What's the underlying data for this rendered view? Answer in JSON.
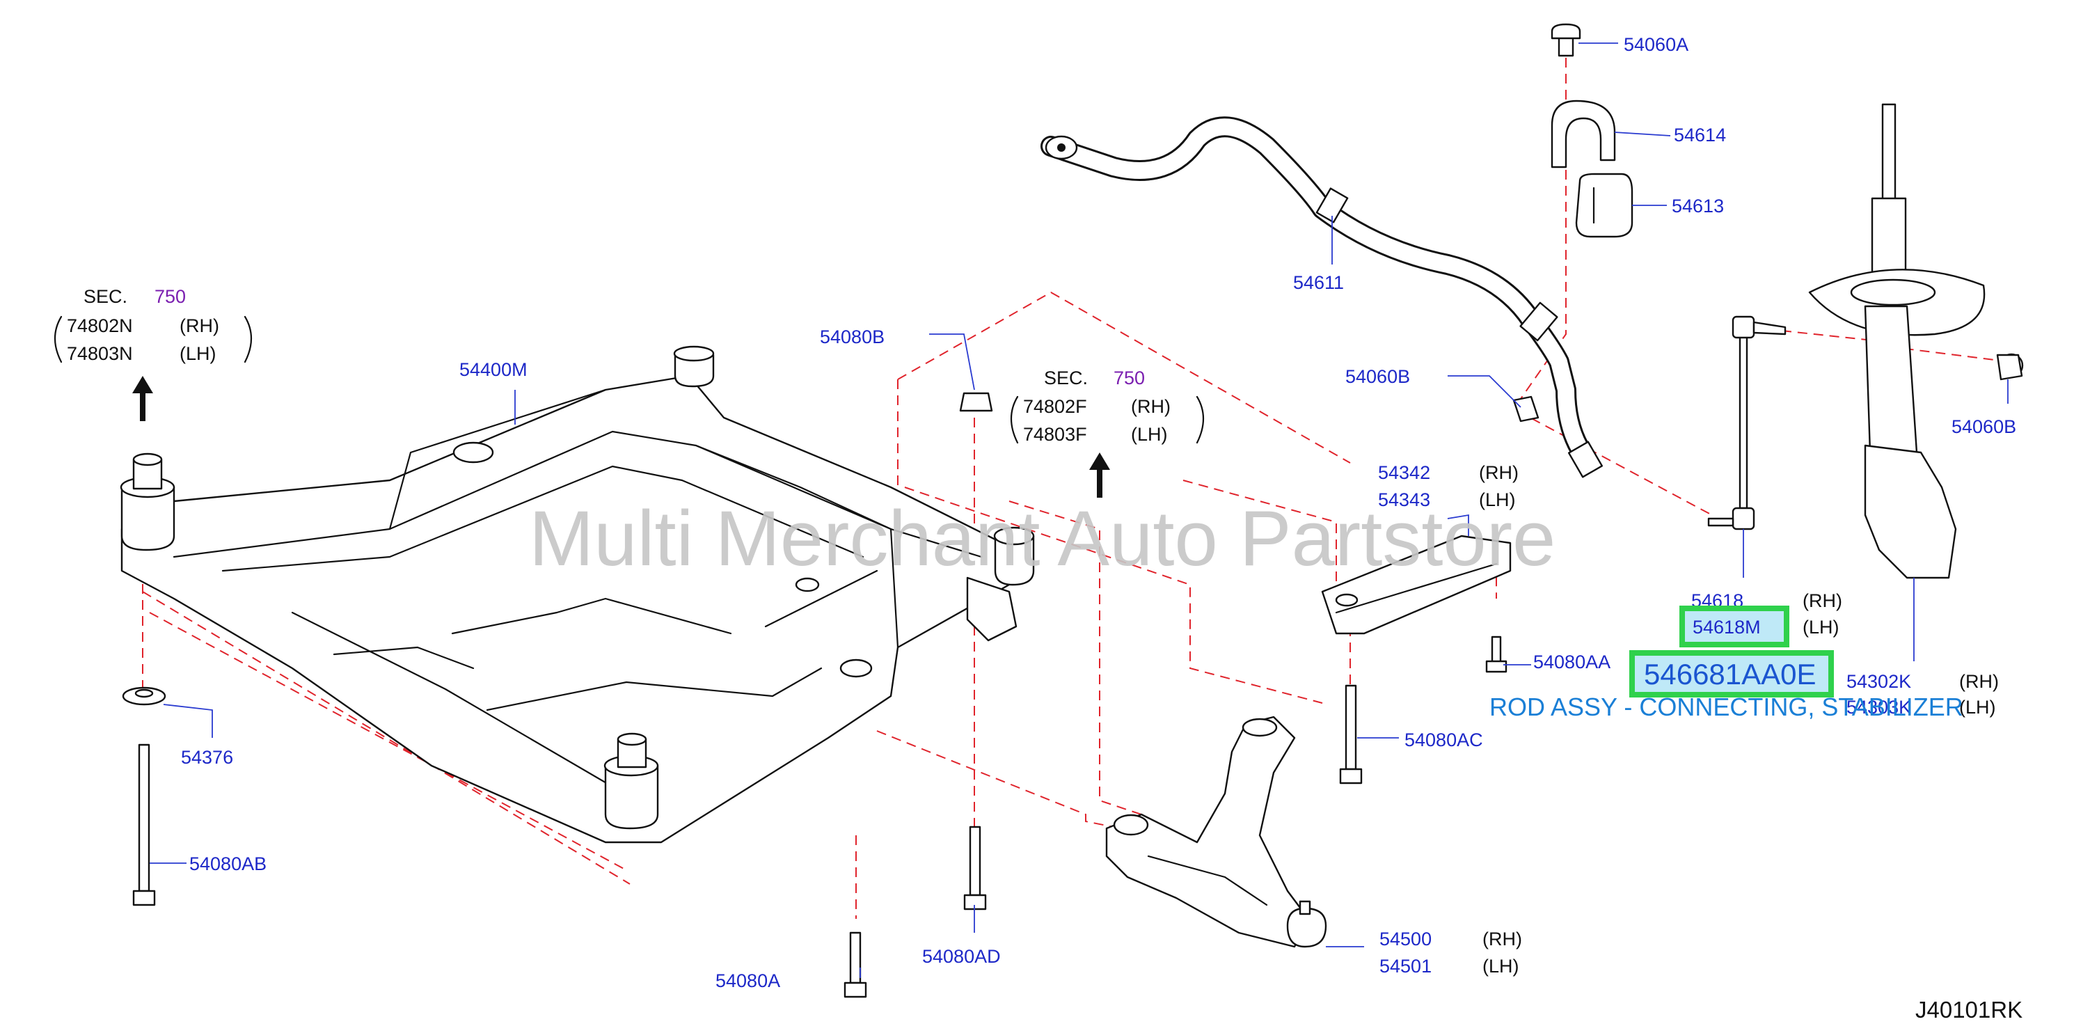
{
  "watermark": "Multi Merchant Auto Partstore",
  "diagram_code": "J40101RK",
  "sec_refs": [
    {
      "sec": "SEC.",
      "num": "750",
      "rh_part": "74802N",
      "rh": "(RH)",
      "lh_part": "74803N",
      "lh": "(LH)"
    },
    {
      "sec": "SEC.",
      "num": "750",
      "rh_part": "74802F",
      "rh": "(RH)",
      "lh_part": "74803F",
      "lh": "(LH)"
    }
  ],
  "parts": {
    "p54060A": "54060A",
    "p54614": "54614",
    "p54613": "54613",
    "p54611": "54611",
    "p54060B_left": "54060B",
    "p54060B_right": "54060B",
    "p54080B": "54080B",
    "p54400M": "54400M",
    "p54342": "54342",
    "p54342_side": "(RH)",
    "p54343": "54343",
    "p54343_side": "(LH)",
    "p54618": "54618",
    "p54618_side": "(RH)",
    "p54618M": "54618M",
    "p54618M_side": "(LH)",
    "p54080AA": "54080AA",
    "p54080AC": "54080AC",
    "p54302K": "54302K",
    "p54302K_side": "(RH)",
    "p54303K": "54303K",
    "p54303K_side": "(LH)",
    "p54376": "54376",
    "p54080AB": "54080AB",
    "p54080A": "54080A",
    "p54080AD": "54080AD",
    "p54500": "54500",
    "p54500_side": "(RH)",
    "p54501": "54501",
    "p54501_side": "(LH)"
  },
  "highlight": {
    "part_number": "546681AA0E",
    "description": "ROD ASSY - CONNECTING, STABILIZER"
  },
  "colors": {
    "label_blue": "#1d28c8",
    "dash_red": "#e0242c",
    "highlight_green": "#2fd14c",
    "highlight_fill": "#bfe9f7",
    "sec_purple": "#7b1fb0"
  }
}
